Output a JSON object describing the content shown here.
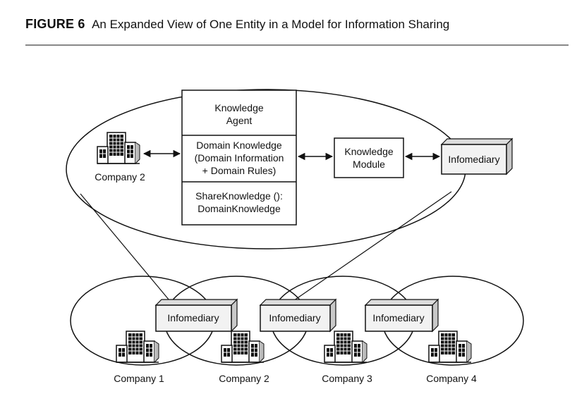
{
  "figure": {
    "label": "FIGURE 6",
    "title": "An Expanded View of One Entity in a Model for Information Sharing"
  },
  "expanded_entity": {
    "company": "Company 2",
    "agent_box": {
      "header": [
        "Knowledge",
        "Agent"
      ],
      "attributes": [
        "Domain Knowledge",
        "(Domain Information",
        "+ Domain Rules)"
      ],
      "method": [
        "ShareKnowledge ():",
        "DomainKnowledge"
      ]
    },
    "module": [
      "Knowledge",
      "Module"
    ],
    "infomediary": "Infomediary"
  },
  "network": {
    "infomediaries": [
      "Infomediary",
      "Infomediary",
      "Infomediary"
    ],
    "companies": [
      "Company 1",
      "Company 2",
      "Company 3",
      "Company 4"
    ]
  },
  "colors": {
    "line": "#111111",
    "box_fill": "#ffffff",
    "cube_fill": "#f2f2f2",
    "cube_top": "#dcdcdc",
    "cube_side": "#c8c8c8",
    "building_fill": "#ffffff"
  },
  "icons": {
    "company": "office-building-icon",
    "infomediary": "3d-box-icon"
  }
}
